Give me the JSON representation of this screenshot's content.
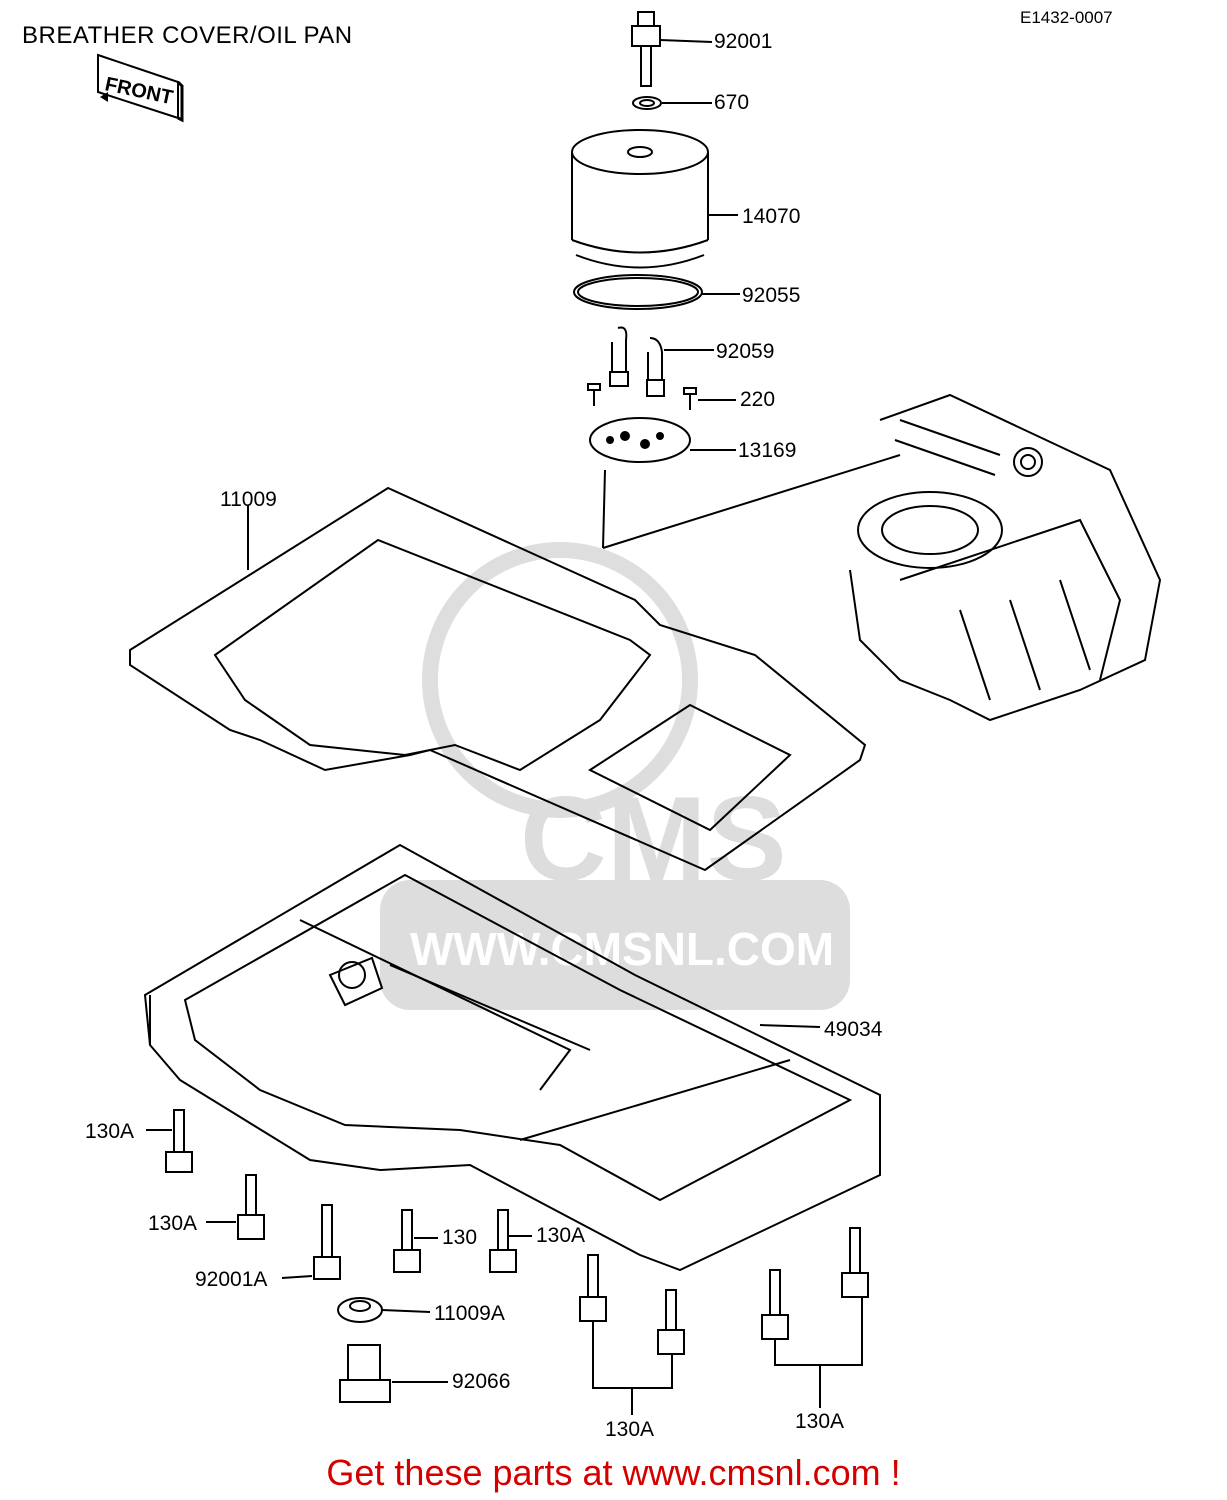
{
  "header": {
    "title": "BREATHER COVER/OIL PAN",
    "diagram_code": "E1432-0007"
  },
  "front_marker": "FRONT",
  "watermark": {
    "brand": "CMS",
    "url": "WWW.CMSNL.COM"
  },
  "labels": {
    "p92001": "92001",
    "p670": "670",
    "p14070": "14070",
    "p92055": "92055",
    "p92059": "92059",
    "p220": "220",
    "p13169": "13169",
    "p11009": "11009",
    "p49034": "49034",
    "p130A_1": "130A",
    "p130A_2": "130A",
    "p130": "130",
    "p130A_3": "130A",
    "p92001A": "92001A",
    "p11009A": "11009A",
    "p92066": "92066",
    "p130A_4": "130A",
    "p130A_5": "130A"
  },
  "footer": {
    "text": "Get these parts at www.cmsnl.com !"
  },
  "colors": {
    "footer": "#d40000",
    "line": "#000000"
  }
}
